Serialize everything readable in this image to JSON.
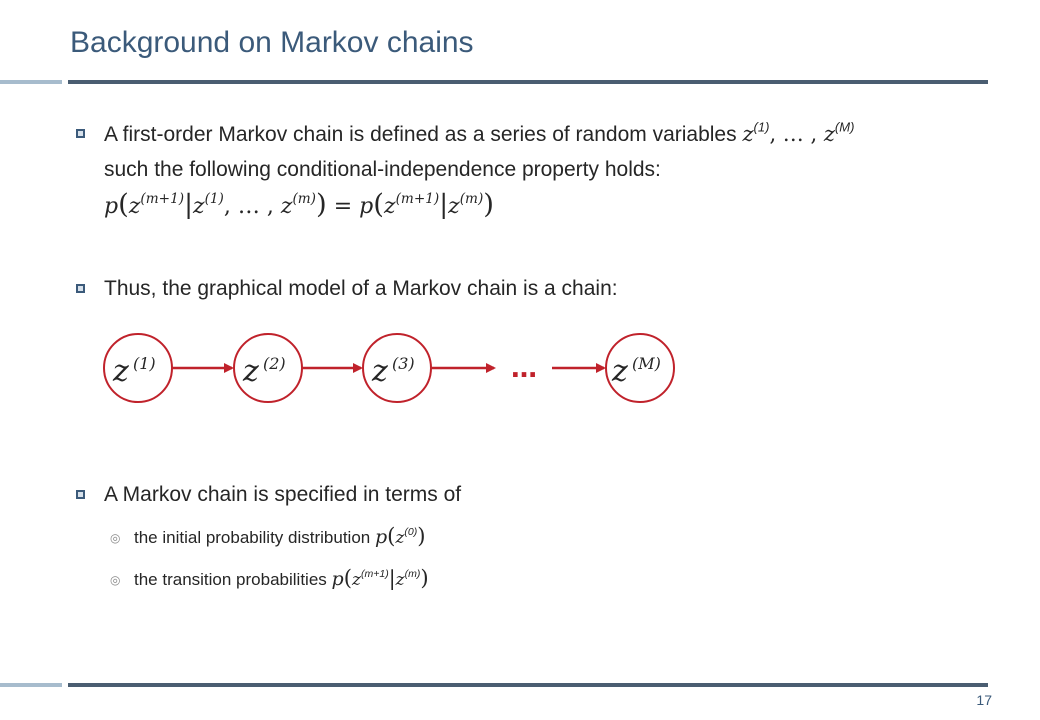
{
  "slide": {
    "title": "Background on Markov chains",
    "page_number": "17"
  },
  "bullets": {
    "b1": {
      "text_a": "A first-order Markov chain is defined as a series of random variables ",
      "text_b": "such the following conditional-independence property holds:",
      "vars": {
        "z": "z",
        "sup1": "(1)",
        "supM": "(M)",
        "sep": ", … , "
      },
      "eq": {
        "p": "p",
        "z": "z",
        "sup_m1": "(m+1)",
        "sup_1": "(1)",
        "sup_m": "(m)",
        "ellipsis": ", … , ",
        "equals": " = "
      }
    },
    "b2": {
      "text": "Thus, the graphical model of a Markov chain is a chain:"
    },
    "b3": {
      "text": "A Markov chain is specified in terms of"
    },
    "sub1": {
      "text": "the initial probability distribution ",
      "sup": "(0)"
    },
    "sub2": {
      "text": "the transition probabilities ",
      "sup_m1": "(m+1)",
      "sup_m": "(m)"
    },
    "sub_marker": "◎"
  },
  "chain": {
    "nodes": [
      {
        "base": "z",
        "sup": "(1)"
      },
      {
        "base": "z",
        "sup": "(2)"
      },
      {
        "base": "z",
        "sup": "(3)"
      },
      {
        "base": "z",
        "sup": "(M)"
      }
    ],
    "ellipsis": "…",
    "color": "#c0222b"
  },
  "colors": {
    "accent": "#3b5a7a",
    "rule_light": "#a7bccd",
    "rule_dark": "#4a5d71"
  }
}
